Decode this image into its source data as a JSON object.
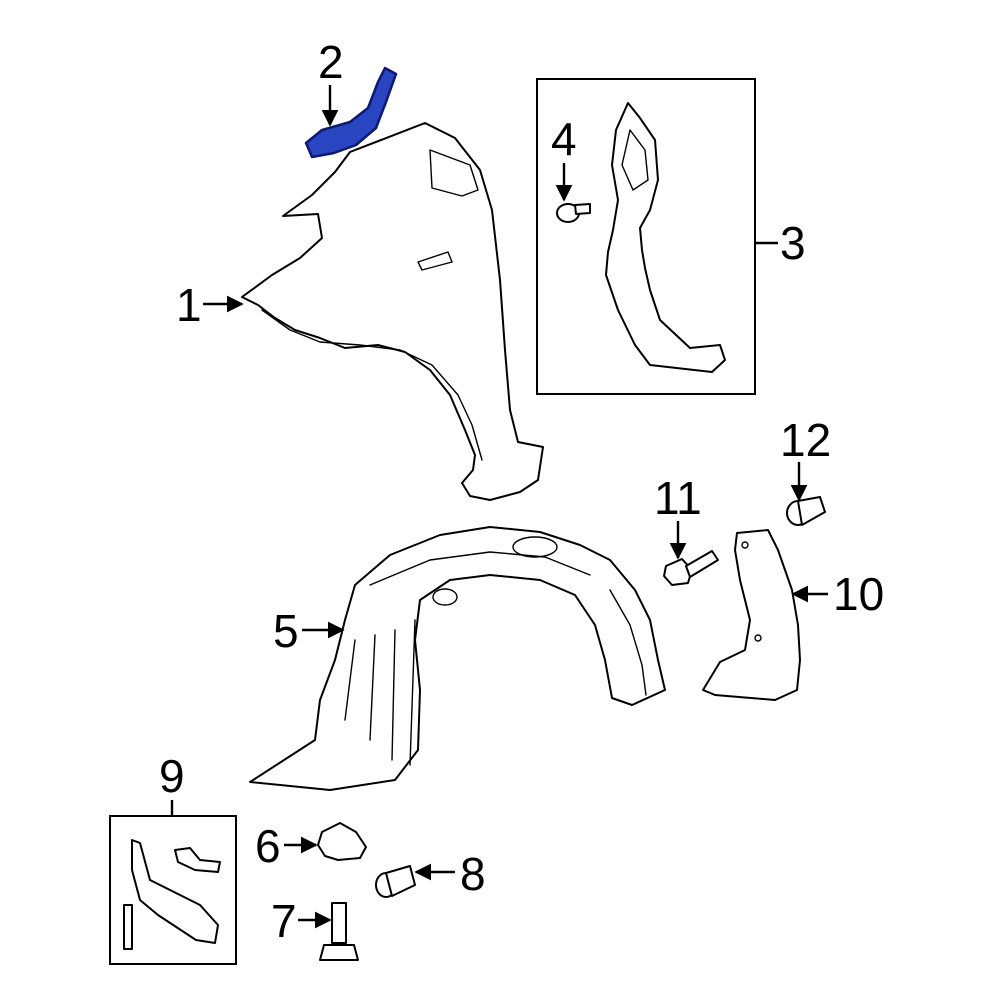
{
  "callouts": {
    "c1": "1",
    "c2": "2",
    "c3": "3",
    "c4": "4",
    "c5": "5",
    "c6": "6",
    "c7": "7",
    "c8": "8",
    "c9": "9",
    "c10": "10",
    "c11": "11",
    "c12": "12"
  },
  "colors": {
    "highlight": "#2a45c2",
    "line": "#000000",
    "background": "#ffffff"
  }
}
